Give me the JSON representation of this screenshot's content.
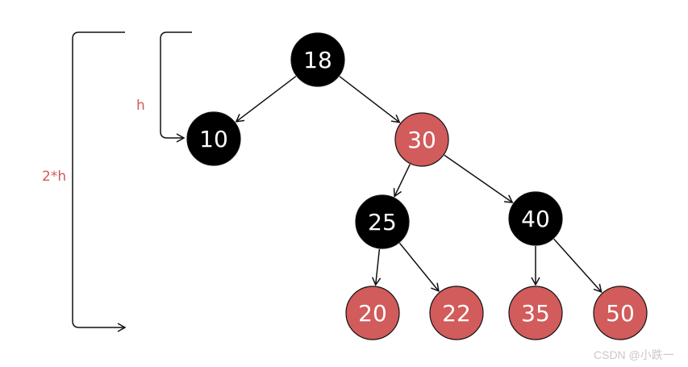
{
  "colors": {
    "black_node": "#000000",
    "red_node": "#d25b5b",
    "node_stroke": "#111111",
    "node_text": "#ffffff",
    "annotation": "#d25b5b",
    "watermark": "#c8c8c8",
    "line": "#111111"
  },
  "annotations": {
    "height_label": "h",
    "double_height_label": "2*h"
  },
  "watermark": "CSDN @小跌一",
  "tree": {
    "nodes": [
      {
        "id": "n18",
        "value": "18",
        "color": "black"
      },
      {
        "id": "n10",
        "value": "10",
        "color": "black"
      },
      {
        "id": "n30",
        "value": "30",
        "color": "red"
      },
      {
        "id": "n25",
        "value": "25",
        "color": "black"
      },
      {
        "id": "n40",
        "value": "40",
        "color": "black"
      },
      {
        "id": "n20",
        "value": "20",
        "color": "red"
      },
      {
        "id": "n22",
        "value": "22",
        "color": "red"
      },
      {
        "id": "n35",
        "value": "35",
        "color": "red"
      },
      {
        "id": "n50",
        "value": "50",
        "color": "red"
      }
    ],
    "edges": [
      {
        "from": "n18",
        "to": "n10"
      },
      {
        "from": "n18",
        "to": "n30"
      },
      {
        "from": "n30",
        "to": "n25"
      },
      {
        "from": "n30",
        "to": "n40"
      },
      {
        "from": "n25",
        "to": "n20"
      },
      {
        "from": "n25",
        "to": "n22"
      },
      {
        "from": "n40",
        "to": "n35"
      },
      {
        "from": "n40",
        "to": "n50"
      }
    ]
  }
}
